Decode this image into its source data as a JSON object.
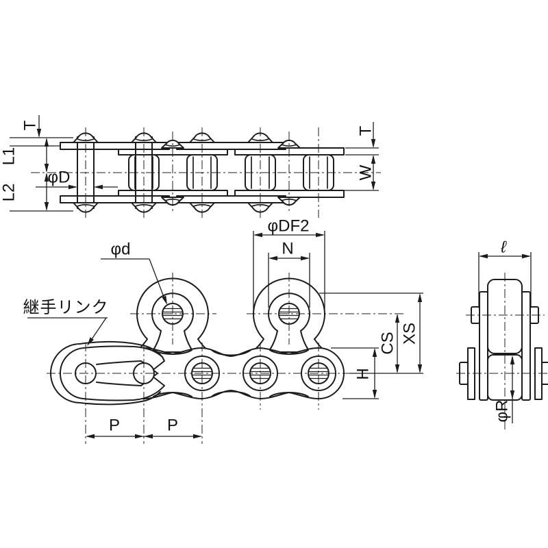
{
  "drawing": {
    "background": "#ffffff",
    "line_color": "#1c1c1c",
    "description": "roller-chain-dimension-drawing",
    "plan_view": {
      "dims": {
        "t_left": "T",
        "l1": "L1",
        "l2": "L2",
        "pin_diameter": "φD",
        "t_right": "T",
        "inner_width": "W"
      }
    },
    "side_view": {
      "callouts": {
        "joint_link": "継手リンク",
        "bush_hole_diameter": "φd"
      },
      "dims": {
        "plate_contour_diameter": "φDF2",
        "n": "N",
        "cs": "CS",
        "xs": "XS",
        "plate_height": "H",
        "pitch1": "P",
        "pitch2": "P"
      }
    },
    "end_view": {
      "dims": {
        "link_width": "ℓ",
        "roller_diameter": "φR"
      }
    }
  }
}
